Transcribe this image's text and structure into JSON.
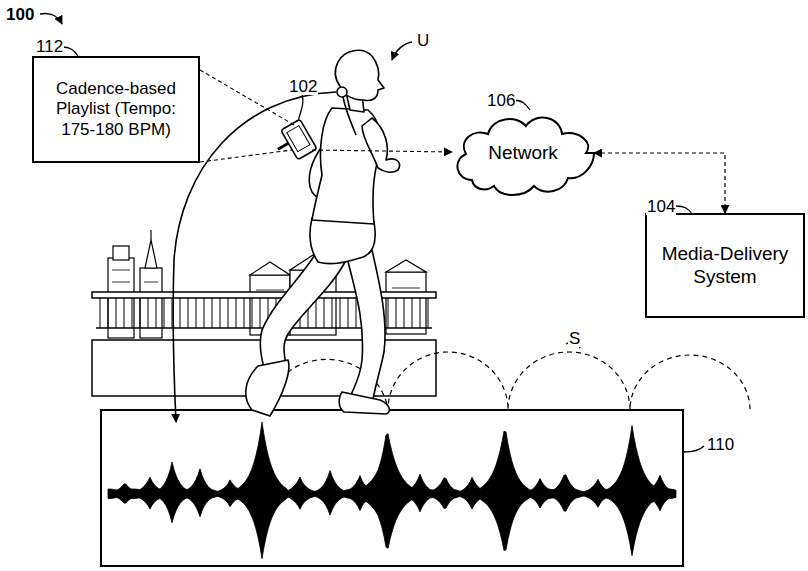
{
  "diagram": {
    "nodes": [
      {
        "text": [
          "Cadence-based Playlist (Tempo: 175-180 BPM)"
        ]
      },
      {
        "text": [
          "Network"
        ]
      },
      {
        "text": [
          "Media-Delivery System"
        ]
      }
    ],
    "edges": [
      {
        "from": 1,
        "to": 2,
        "arrow": "both"
      }
    ],
    "labels": [
      "100",
      "112",
      "102",
      "U",
      "106",
      "104",
      "S",
      "110"
    ]
  }
}
